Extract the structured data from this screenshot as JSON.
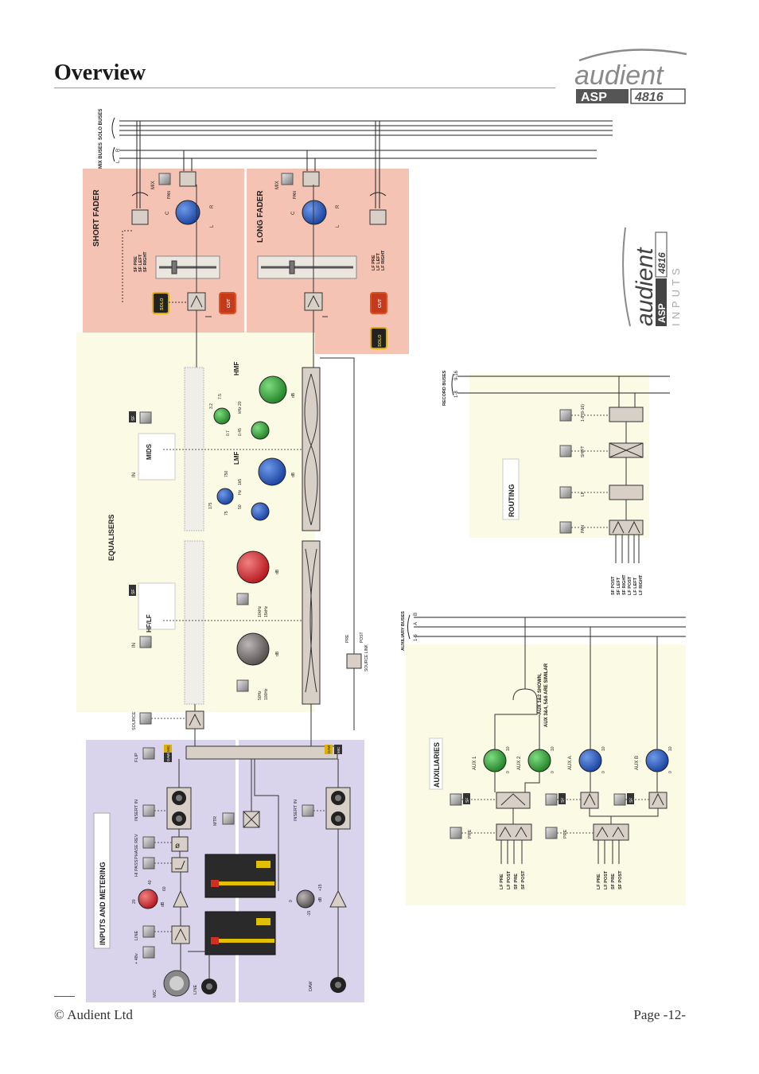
{
  "page": {
    "title": "Overview",
    "footer_left": "© Audient Ltd",
    "footer_right": "Page -12-"
  },
  "logo": {
    "brand": "audient",
    "model_a": "ASP",
    "model_b": "4816"
  },
  "diagram": {
    "buses": {
      "solo": "SOLO BUSES",
      "mix": "MIX BUSES",
      "l": "L",
      "r": "R",
      "record": "RECORD BUSES",
      "rec_a": "1-8",
      "rec_b": "9-16",
      "aux": "AUXILIARY BUSES",
      "aux_a": "1-6",
      "aux_b": "A",
      "aux_c": "B"
    },
    "short_fader": {
      "title": "SHORT FADER",
      "mix": "MIX",
      "pan": "PAN",
      "c": "C",
      "l": "L",
      "r": "R",
      "src": [
        "SF PRE",
        "SF LEFT",
        "SF RIGHT"
      ],
      "solo": "SOLO",
      "cut": "CUT"
    },
    "long_fader": {
      "title": "LONG FADER",
      "mix": "MIX",
      "pan": "PAN",
      "c": "C",
      "l": "L",
      "r": "R",
      "src": [
        "LF PRE",
        "LF LEFT",
        "LF RIGHT"
      ],
      "solo": "SOLO",
      "cut": "CUT"
    },
    "eq": {
      "title": "EQUALISERS",
      "in": "IN",
      "sf": "SF",
      "mids": "MIDS",
      "hflf": "HF/LF",
      "hmf": "HMF",
      "lmf": "LMF",
      "db": "dB",
      "khz": "kHz",
      "hz": "Hz",
      "hmf_scale": [
        "0.7",
        "3.2",
        "7.5",
        "20"
      ],
      "hmf_q": "0.45",
      "lmf_scale": [
        "175",
        "750",
        "1k5"
      ],
      "lmf_q": "50",
      "lmf_low": "75",
      "hf_a": "10kHz",
      "hf_b": "15kHz",
      "lf_a": "50Hz",
      "lf_b": "100Hz",
      "pre": "PRE",
      "post": "POST",
      "source_link": "SOURCE LINK",
      "source": "SOURCE"
    },
    "inputs": {
      "title": "INPUTS AND METERING",
      "flip": "FLIP",
      "mic": "MIC",
      "daw": "DAW",
      "insert_in": "INSERT IN",
      "mtr": "MTR",
      "phase_rev": "PHASE REV",
      "hi_pass": "HI PASS",
      "line": "LINE",
      "phantom": "+ 48v",
      "mic_gain": [
        "20",
        "40",
        "60"
      ],
      "daw_gain": [
        "0",
        "-15",
        "+15"
      ],
      "db": "dB"
    },
    "routing": {
      "title": "ROUTING",
      "pan": "PAN",
      "lf": "LF",
      "shift": "SHIFT",
      "one_eight": "1-8 (9-16)",
      "src": [
        "SF POST",
        "SF LEFT",
        "SF RIGHT",
        "LF POST",
        "LF LEFT",
        "LF RIGHT"
      ]
    },
    "aux": {
      "title": "AUXILIARIES",
      "aux1": "AUX 1",
      "aux2": "AUX 2",
      "auxa": "AUX A",
      "auxb": "AUX B",
      "note1": "AUX 1&2 SHOWN,",
      "note2": "AUX 3&4, 5&6 ARE SIMILAR",
      "pre": "PRE",
      "sf": "SF",
      "scale0": "0",
      "scale10": "10",
      "src": [
        "LF PRE",
        "LF POST",
        "SF PRE",
        "SF POST"
      ]
    },
    "inputs_logo": {
      "brand": "audient",
      "model_a": "ASP",
      "model_b": "4816",
      "word": "INPUTS"
    }
  }
}
